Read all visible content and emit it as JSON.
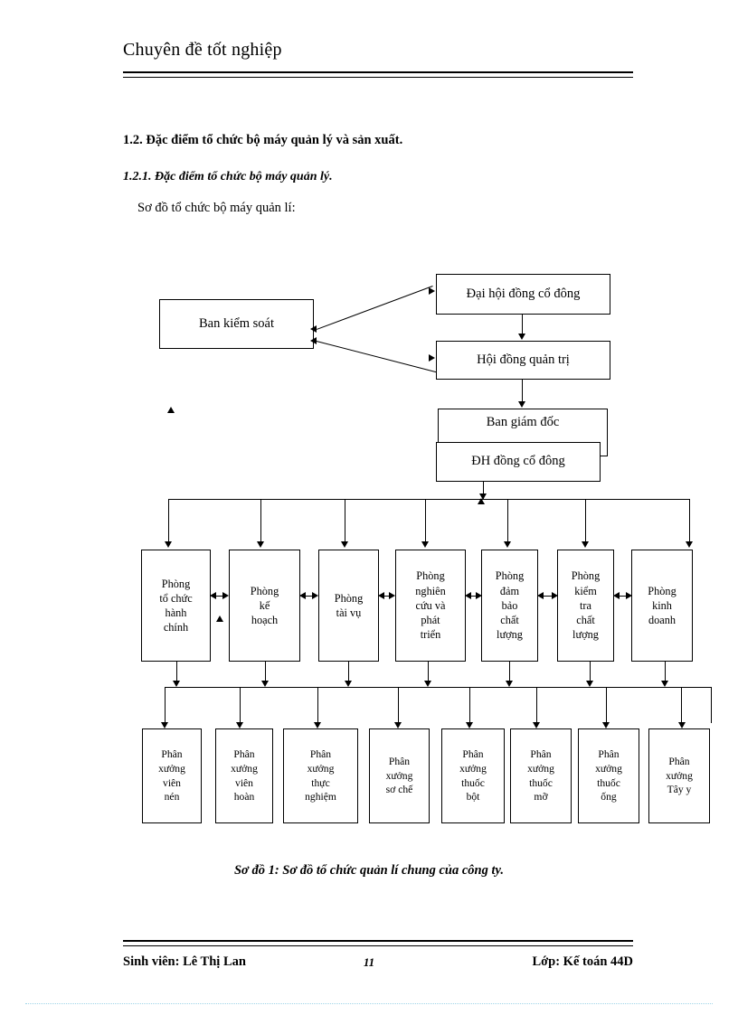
{
  "header": {
    "title": "Chuyên đề tốt nghiệp"
  },
  "headings": {
    "section": "1.2. Đặc điểm tổ chức bộ máy quản lý và sản xuất.",
    "subsection": "1.2.1. Đặc điểm tổ chức bộ máy quản lý.",
    "intro": "Sơ đồ tổ chức bộ máy quản lí:"
  },
  "diagram": {
    "top_boxes": [
      {
        "id": "ban-kiem-soat",
        "label": "Ban kiểm  soát"
      },
      {
        "id": "dai-hoi-dong",
        "label": "Đại hội đồng cổ đông"
      },
      {
        "id": "hoi-dong-quan-tri",
        "label": "Hội đồng quản trị"
      },
      {
        "id": "ban-giam-doc",
        "label": "Ban giám  đốc"
      },
      {
        "id": "dh-dong-co-dong",
        "label": "ĐH đồng cổ đông"
      }
    ],
    "departments": [
      {
        "id": "to-chuc-hanh-chinh",
        "label": "Phòng\ntổ chức\nhành\nchính"
      },
      {
        "id": "ke-hoach",
        "label": "Phòng\nkế\nhoạch"
      },
      {
        "id": "tai-vu",
        "label": "Phòng\ntài vụ"
      },
      {
        "id": "nghien-cuu-phat-trien",
        "label": "Phòng\nnghiên\ncứu và\nphát\ntriển"
      },
      {
        "id": "dam-bao-chat-luong",
        "label": "Phòng\nđảm\nbảo\nchất\nlượng"
      },
      {
        "id": "kiem-tra-chat-luong",
        "label": "Phòng\nkiểm\ntra\nchất\nlượng"
      },
      {
        "id": "kinh-doanh",
        "label": "Phòng\nkinh\ndoanh"
      }
    ],
    "workshops": [
      {
        "id": "vien-nen",
        "label": "Phân\nxưởng\nviên\nnén"
      },
      {
        "id": "vien-hoan",
        "label": "Phân\nxưởng\nviên\nhoàn"
      },
      {
        "id": "thuc-nghiem",
        "label": "Phân\nxưởng\nthực\nnghiệm"
      },
      {
        "id": "so-che",
        "label": "Phân\nxưởng\nsơ chế"
      },
      {
        "id": "thuoc-bot",
        "label": "Phân\nxưởng\nthuốc\nbột"
      },
      {
        "id": "thuoc-mo",
        "label": "Phân\nxưởng\nthuốc\nmỡ"
      },
      {
        "id": "thuoc-ong",
        "label": "Phân\nxưởng\nthuốc\nống"
      },
      {
        "id": "tay-y",
        "label": "Phân\nxưởng\nTây y"
      }
    ]
  },
  "caption": "Sơ đồ 1: Sơ đồ tổ chức quản lí chung của công ty.",
  "footer": {
    "student": "Sinh viên: Lê Thị Lan",
    "page": "11",
    "class": "Lớp: Kế toán 44D"
  }
}
